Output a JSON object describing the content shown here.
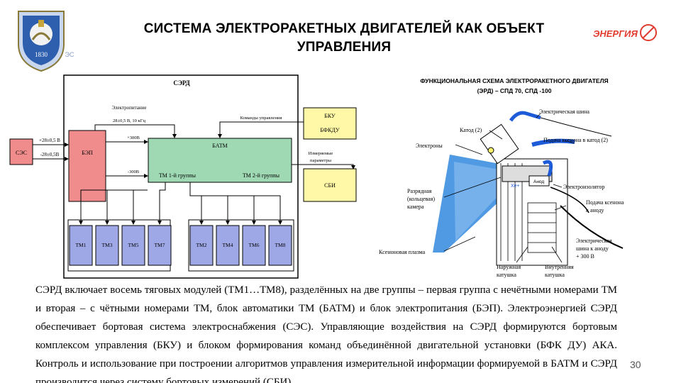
{
  "slide": {
    "title_line1": "СИСТЕМА ЭЛЕКТРОРАКЕТНЫХ ДВИГАТЕЛЕЙ КАК ОБЪЕКТ",
    "title_line2": "УПРАВЛЕНИЯ",
    "emblem_text": "1830",
    "emblem_side": "ЭС",
    "brand": "ЭНЕРГИЯ",
    "slide_number": "30"
  },
  "colors": {
    "accent_red": "#e23b30",
    "bep_fill": "#f08c8c",
    "batm_fill": "#9fd9b4",
    "bku_fill": "#fff8a6",
    "tm_fill": "#9fa8e6",
    "plasma_blue": "#3d8fe0",
    "cable_blue": "#1e5bd8"
  },
  "block_diagram": {
    "serd_label": "СЭРД",
    "ses_label": "СЭС",
    "v28_top": "+28±0,5 В",
    "v28_bottom": "-28±0,5В",
    "bep_label": "БЭП",
    "power_label": "Электропитание",
    "power_spec": "28±0,5 В, 10 кГц",
    "plus300": "+300В",
    "minus300": "-300В",
    "commands_label": "Команды управления",
    "bku_label": "БКУ",
    "bfkdu_label": "БФКДУ",
    "batm_label": "БАТМ",
    "tm_group1": "ТМ 1-й группы",
    "tm_group2": "ТМ 2-й группы",
    "measured_line1": "Измеряемые",
    "measured_line2": "параметры",
    "sbi_label": "СБИ",
    "tm_group1_units": [
      "ТМ1",
      "ТМ3",
      "ТМ5",
      "ТМ7"
    ],
    "tm_group2_units": [
      "ТМ2",
      "ТМ4",
      "ТМ6",
      "ТМ8"
    ]
  },
  "functional_scheme": {
    "title_line1": "ФУНКЦИОНАЛЬНАЯ СХЕМА ЭЛЕКТРОРАКЕТНОГО ДВИГАТЕЛЯ",
    "title_line2": "(ЭРД) – СПД 70, СПД -100",
    "labels": {
      "electric_bus": "Электрическая шина",
      "cathode": "Катод (2)",
      "xenon_to_cathode": "Подача ксенона в катод (2)",
      "electrons": "Электроны",
      "anode": "Анод",
      "xe": "Xe+",
      "electroisolator": "Электроизолятор",
      "discharge_1": "Разрядная",
      "discharge_2": "(кольцевая)",
      "discharge_3": "камера",
      "xenon_to_anode_1": "Подача ксенона",
      "xenon_to_anode_2": "к аноду",
      "anode_bus_1": "Электрическая",
      "anode_bus_2": "шина к аноду",
      "anode_bus_3": "+ 300 В",
      "plasma": "Ксеноновая плазма",
      "outer_coil_1": "Наружная",
      "outer_coil_2": "катушка",
      "inner_coil_1": "Внутренняя",
      "inner_coil_2": "катушка"
    }
  },
  "body_text": "СЭРД включает восемь тяговых модулей (ТМ1…ТМ8), разделённых на две группы – первая группа с нечётными номерами ТМ и вторая – с чётными номерами ТМ, блок автоматики ТМ (БАТМ) и блок электропитания (БЭП). Электроэнергией СЭРД обеспечивает бортовая система электроснабжения (СЭС). Управляющие воздействия на СЭРД формируются бортовым комплексом управления (БКУ) и блоком формирования команд объединённой двигательной установки (БФК ДУ) АКА. Контроль и использование при построении алгоритмов управления измерительной информации формируемой в БАТМ и СЭРД производится через систему бортовых измерений (СБИ)."
}
